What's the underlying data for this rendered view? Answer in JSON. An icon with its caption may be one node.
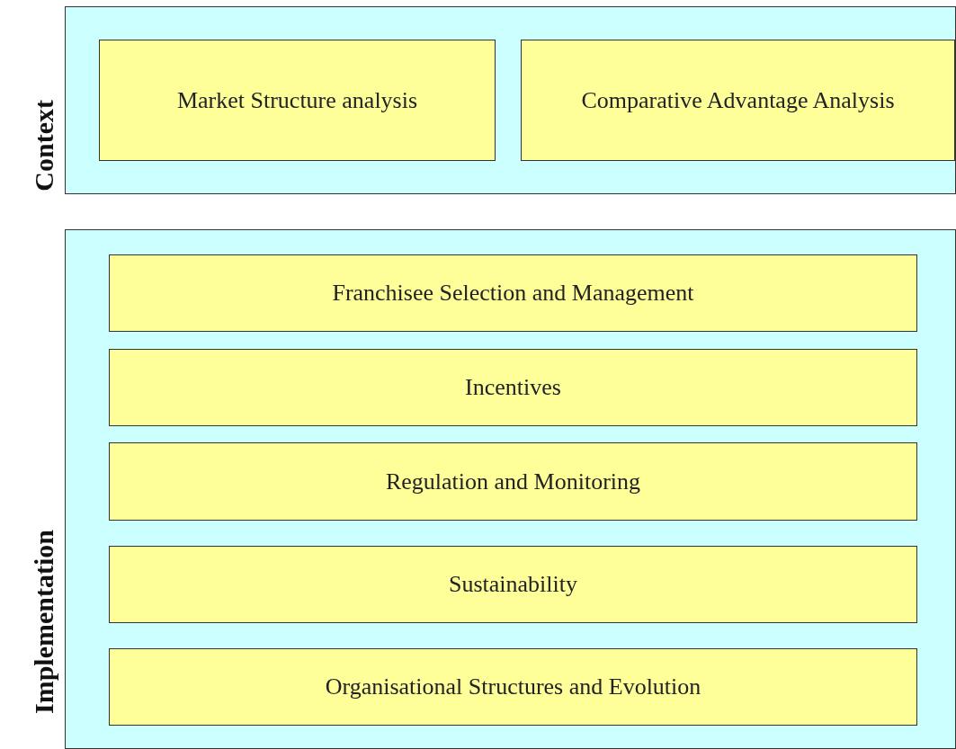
{
  "diagram": {
    "nodes": [
      {
        "text": [
          "Context"
        ]
      },
      {
        "text": [
          "Market Structure analysis"
        ],
        "in": 0
      },
      {
        "text": [
          "Comparative Advantage Analysis"
        ],
        "in": 0
      },
      {
        "text": [
          "Implementation"
        ]
      },
      {
        "text": [
          "Franchisee Selection and Management"
        ],
        "in": 3
      },
      {
        "text": [
          "Incentives"
        ],
        "in": 3
      },
      {
        "text": [
          "Regulation and Monitoring"
        ],
        "in": 3
      },
      {
        "text": [
          "Sustainability"
        ],
        "in": 3
      },
      {
        "text": [
          "Organisational Structures and Evolution"
        ],
        "in": 3
      }
    ]
  }
}
